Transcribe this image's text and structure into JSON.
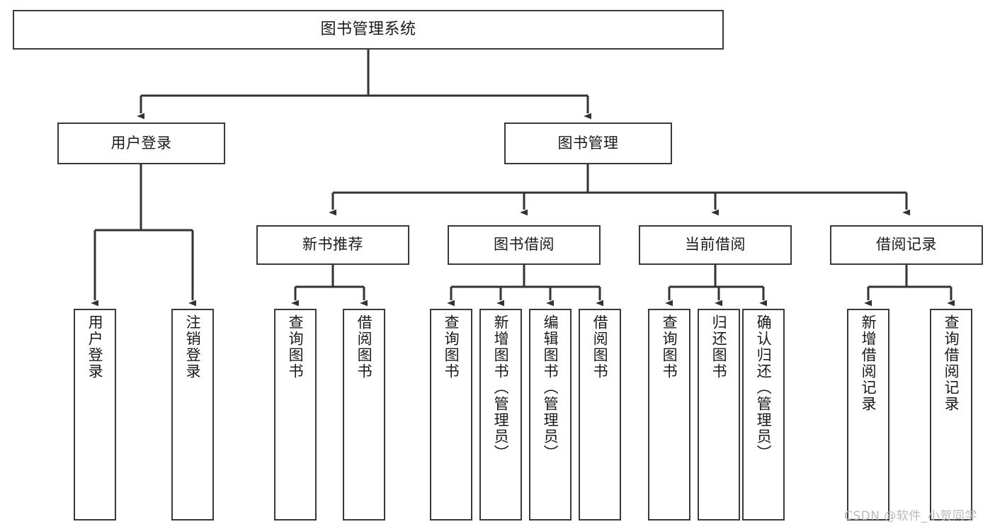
{
  "diagram": {
    "type": "tree",
    "title": "图书管理系统",
    "stroke_color": "#3a3a3a",
    "fill_color": "#ffffff",
    "text_color": "#1a1a1a",
    "root": {
      "label": "图书管理系统"
    },
    "level2": [
      {
        "label": "用户登录"
      },
      {
        "label": "图书管理"
      }
    ],
    "level3": [
      {
        "label": "新书推荐"
      },
      {
        "label": "图书借阅"
      },
      {
        "label": "当前借阅"
      },
      {
        "label": "借阅记录"
      }
    ],
    "leaves": {
      "user_login": [
        {
          "label": "用户登录"
        },
        {
          "label": "注销登录"
        }
      ],
      "new_book": [
        {
          "label": "查询图书"
        },
        {
          "label": "借阅图书"
        }
      ],
      "book_borrow": [
        {
          "label": "查询图书"
        },
        {
          "label": "新增图书（管理员）"
        },
        {
          "label": "编辑图书（管理员）"
        },
        {
          "label": "借阅图书"
        }
      ],
      "current_borrow": [
        {
          "label": "查询图书"
        },
        {
          "label": "归还图书"
        },
        {
          "label": "确认归还（管理员）"
        }
      ],
      "borrow_record": [
        {
          "label": "新增借阅记录"
        },
        {
          "label": "查询借阅记录"
        }
      ]
    }
  },
  "watermark": {
    "text": "CSDN @软件_小贺同学",
    "color": "#b9b9b9"
  }
}
